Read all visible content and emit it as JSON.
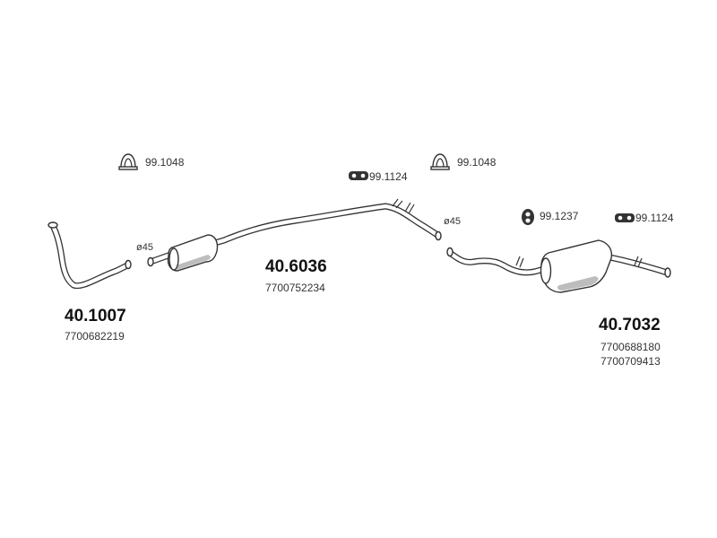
{
  "parts": {
    "front_pipe": {
      "part_no": "40.1007",
      "oem": [
        "7700682219"
      ]
    },
    "middle_silencer": {
      "part_no": "40.6036",
      "oem": [
        "7700752234"
      ],
      "diameter_label": "ø45"
    },
    "rear_silencer": {
      "part_no": "40.7032",
      "oem": [
        "7700688180",
        "7700709413"
      ],
      "diameter_label": "ø45"
    }
  },
  "accessories": {
    "clamp_1": {
      "part_no": "99.1048",
      "icon": "clamp-icon"
    },
    "clamp_2": {
      "part_no": "99.1048",
      "icon": "clamp-icon"
    },
    "hanger_1": {
      "part_no": "99.1124",
      "icon": "rubber-hanger-icon"
    },
    "hanger_2": {
      "part_no": "99.1124",
      "icon": "rubber-hanger-icon"
    },
    "ring": {
      "part_no": "99.1237",
      "icon": "rubber-ring-icon"
    }
  }
}
